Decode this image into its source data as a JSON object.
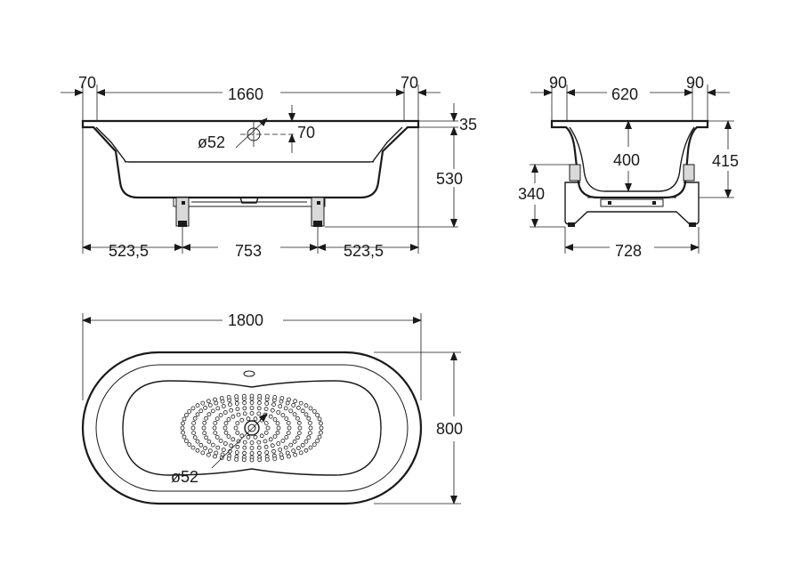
{
  "side_view": {
    "left_rim": "70",
    "inner_length": "1660",
    "right_rim": "70",
    "rim_thickness": "35",
    "drain_diameter": "ø52",
    "drain_offset": "70",
    "height": "530",
    "leg_left_offset": "523,5",
    "leg_spacing": "753",
    "leg_right_offset": "523,5"
  },
  "end_view": {
    "left_rim": "90",
    "inner_width": "620",
    "right_rim": "90",
    "depth": "400",
    "total_height": "415",
    "leg_height": "340",
    "leg_width": "728"
  },
  "top_view": {
    "length": "1800",
    "width": "800",
    "drain_diameter": "ø52"
  }
}
